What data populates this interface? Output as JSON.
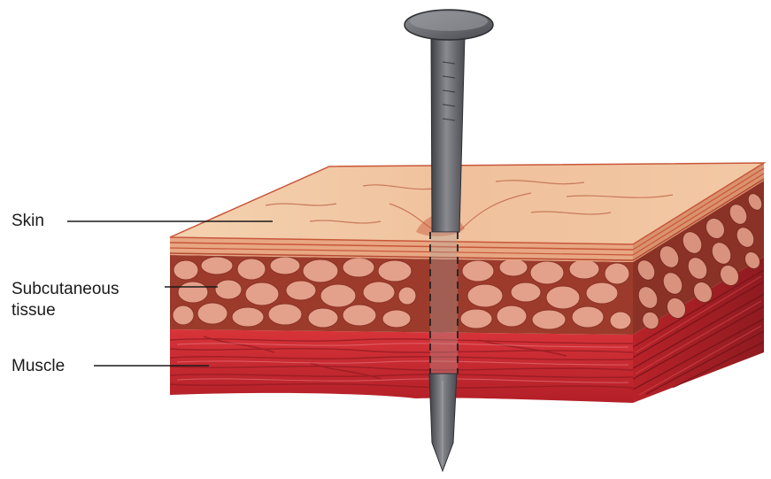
{
  "labels": {
    "skin": "Skin",
    "subcutaneous": "Subcutaneous tissue",
    "muscle": "Muscle"
  },
  "colors": {
    "skin_top": "#f2c9a4",
    "skin_edge": "#c8563a",
    "fat_cell": "#e3a08a",
    "fat_matrix": "#9c3b2c",
    "muscle": "#c92a30",
    "muscle_dark": "#8f1b20",
    "nail": "#6d6e73",
    "nail_dark": "#3e3f44"
  },
  "icons": {
    "nail": "nail-icon"
  }
}
